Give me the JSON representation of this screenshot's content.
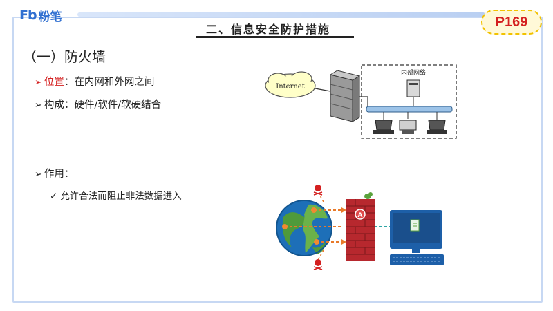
{
  "brand": {
    "mark": "Fb",
    "name": "粉笔"
  },
  "slide": {
    "section_title": "二、信息安全防护措施",
    "page_number": "P169",
    "heading": "（一）防火墙",
    "location_label": "位置",
    "location_text": "：在内网和外网之间",
    "composition": "构成：硬件/软件/软硬结合",
    "function": "作用：",
    "function_detail": "允许合法而阻止非法数据进入"
  },
  "network_diagram": {
    "cloud_label": "Internet",
    "lan_label": "内部网络"
  },
  "colors": {
    "accent_blue": "#2f6fd1",
    "alert_red": "#d42020",
    "badge_yellow": "#f2c200"
  }
}
